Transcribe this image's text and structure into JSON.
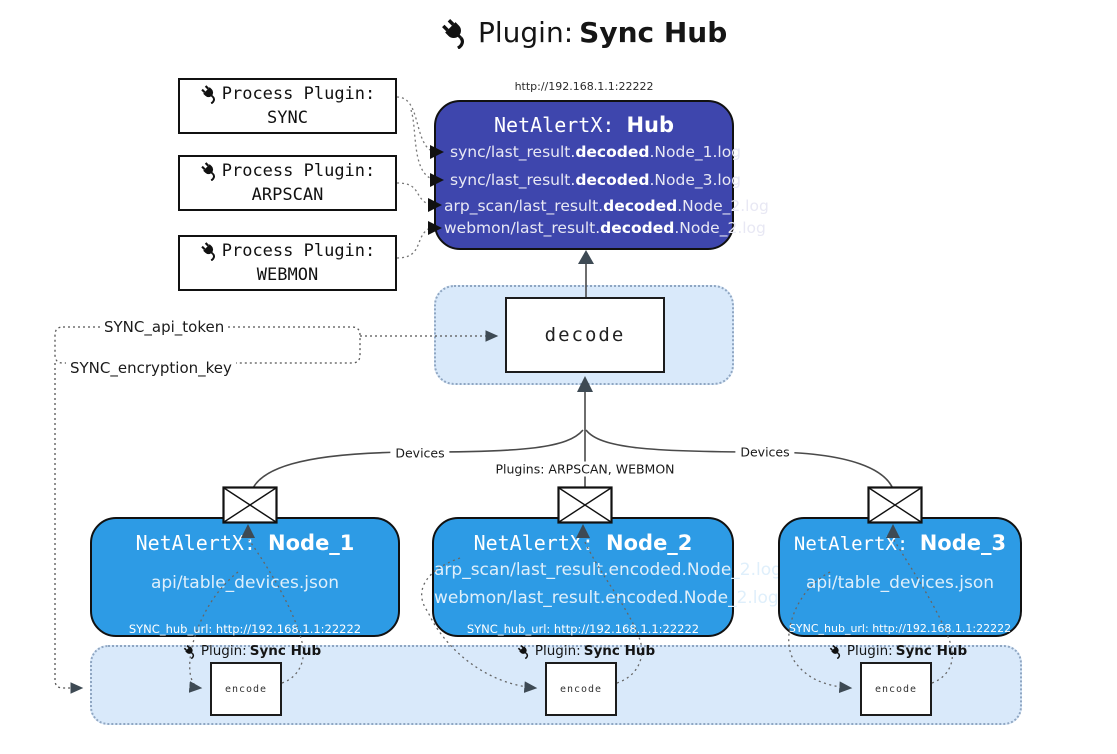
{
  "title": {
    "icon": "plug-icon",
    "prefix": "Plugin:",
    "name": "Sync Hub"
  },
  "hub": {
    "url": "http://192.168.1.1:22222",
    "title_prefix": "NetAlertX:",
    "title_name": "Hub",
    "lines": [
      {
        "pre": "sync/last_result.",
        "bold": "decoded",
        "post": ".Node_1.log"
      },
      {
        "pre": "sync/last_result.",
        "bold": "decoded",
        "post": ".Node_3.log"
      },
      {
        "pre": "arp_scan/last_result.",
        "bold": "decoded",
        "post": ".Node_2.log"
      },
      {
        "pre": "webmon/last_result.",
        "bold": "decoded",
        "post": ".Node_2.log"
      }
    ]
  },
  "process_plugins": [
    {
      "label": "Process Plugin:",
      "name": "SYNC"
    },
    {
      "label": "Process Plugin:",
      "name": "ARPSCAN"
    },
    {
      "label": "Process Plugin:",
      "name": "WEBMON"
    }
  ],
  "decode": {
    "label": "decode"
  },
  "tokens": {
    "api_token": "SYNC_api_token",
    "encryption_key": "SYNC_encryption_key"
  },
  "edges": {
    "devices_left": "Devices",
    "plugins_center": "Plugins: ARPSCAN, WEBMON",
    "devices_right": "Devices"
  },
  "nodes": [
    {
      "title_prefix": "NetAlertX:",
      "title_name": "Node_1",
      "files": [
        "api/table_devices.json"
      ],
      "hub_url": "SYNC_hub_url: http://192.168.1.1:22222"
    },
    {
      "title_prefix": "NetAlertX:",
      "title_name": "Node_2",
      "files": [
        "arp_scan/last_result.encoded.Node_2.log",
        "webmon/last_result.encoded.Node_2.log"
      ],
      "hub_url": "SYNC_hub_url: http://192.168.1.1:22222"
    },
    {
      "title_prefix": "NetAlertX:",
      "title_name": "Node_3",
      "files": [
        "api/table_devices.json"
      ],
      "hub_url": "SYNC_hub_url: http://192.168.1.1:22222"
    }
  ],
  "encoders": [
    {
      "plugin_prefix": "Plugin:",
      "plugin_name": "Sync Hub",
      "box_label": "encode"
    },
    {
      "plugin_prefix": "Plugin:",
      "plugin_name": "Sync Hub",
      "box_label": "encode"
    },
    {
      "plugin_prefix": "Plugin:",
      "plugin_name": "Sync Hub",
      "box_label": "encode"
    }
  ],
  "colors": {
    "hub-fill": "#3E46AD",
    "node-fill": "#2D9BE5",
    "panel-fill": "#D9E9FA",
    "arrow": "#3E4A54"
  }
}
